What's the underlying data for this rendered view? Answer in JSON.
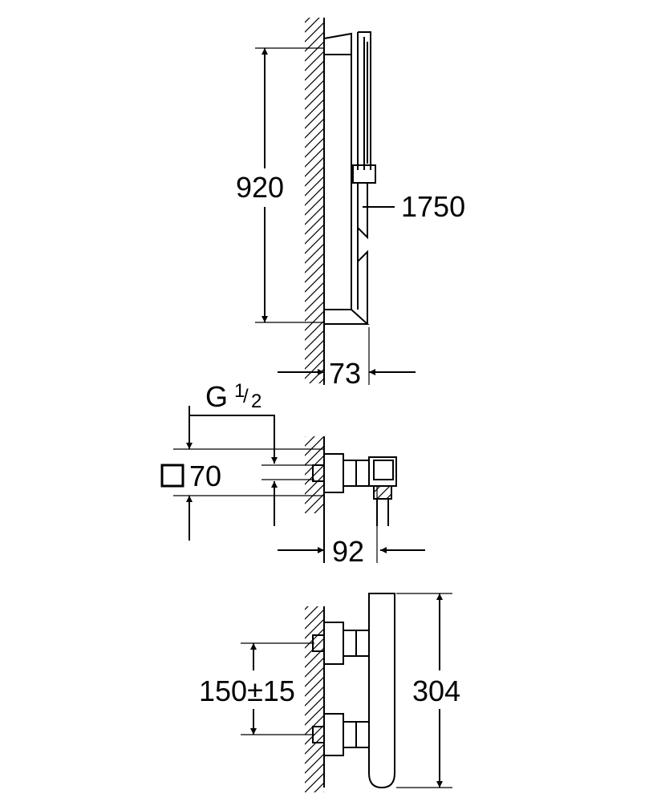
{
  "diagram": {
    "shower_rail": {
      "height_label": "920",
      "hose_length_label": "1750",
      "depth_label": "73"
    },
    "connection_detail": {
      "thread_label": "G",
      "thread_fraction_numerator": "1",
      "thread_fraction_denominator": "2",
      "escutcheon_label": "70",
      "projection_label": "92"
    },
    "thermostat": {
      "centre_distance_label": "150±15",
      "body_height_label": "304"
    }
  }
}
